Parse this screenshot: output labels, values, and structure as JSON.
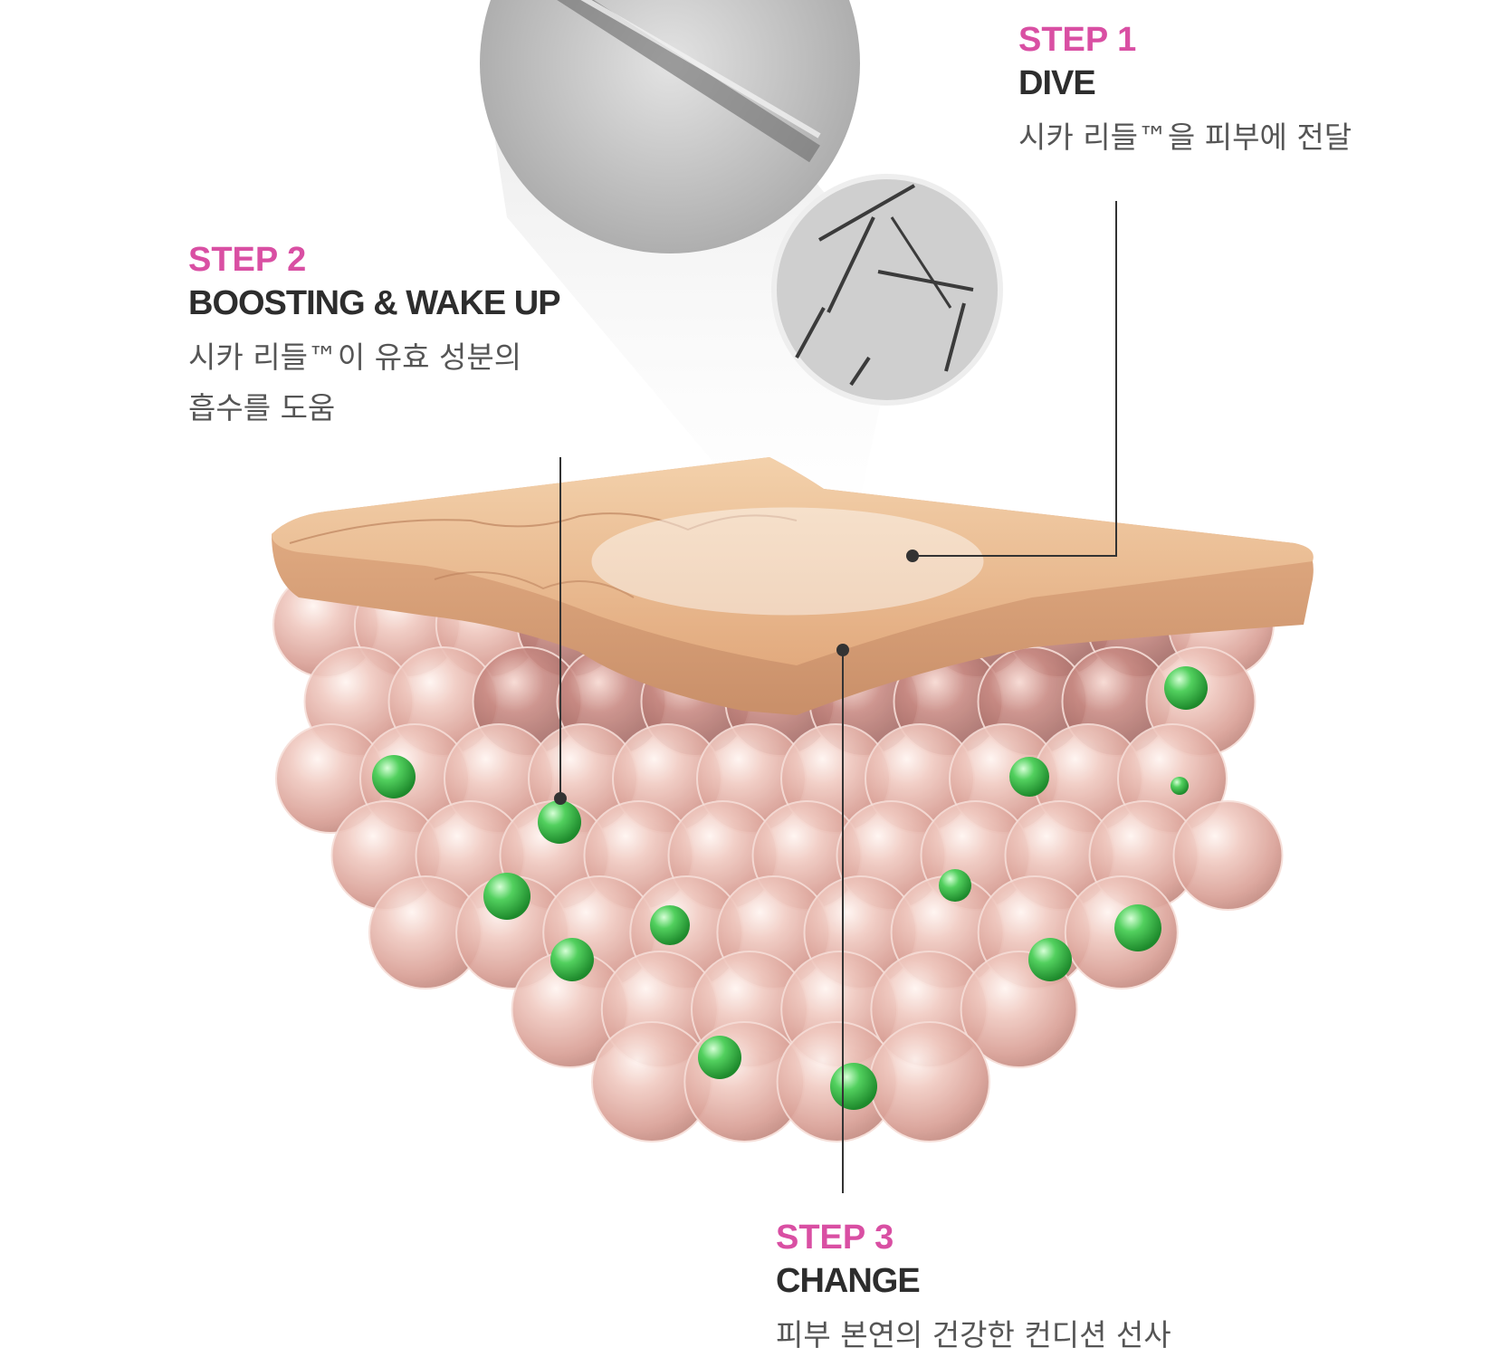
{
  "steps": [
    {
      "number": "STEP 1",
      "title": "DIVE",
      "description": "시카 리들™을 피부에 전달"
    },
    {
      "number": "STEP 2",
      "title": "BOOSTING & WAKE UP",
      "description": "시카 리들™이 유효 성분의\n흡수를 도움"
    },
    {
      "number": "STEP 3",
      "title": "CHANGE",
      "description": "피부 본연의 건강한 컨디션 선사"
    }
  ],
  "colors": {
    "step_number": "#d94fa3",
    "title": "#2d2d2d",
    "description": "#555555",
    "skin": "#e9b98e",
    "cell": "#e9b8b0",
    "active_ingredient": "#38c24a"
  },
  "icons": [
    "magnified-needle-circle",
    "needle-cluster-circle",
    "skin-cell-block",
    "green-ingredient-sphere"
  ]
}
